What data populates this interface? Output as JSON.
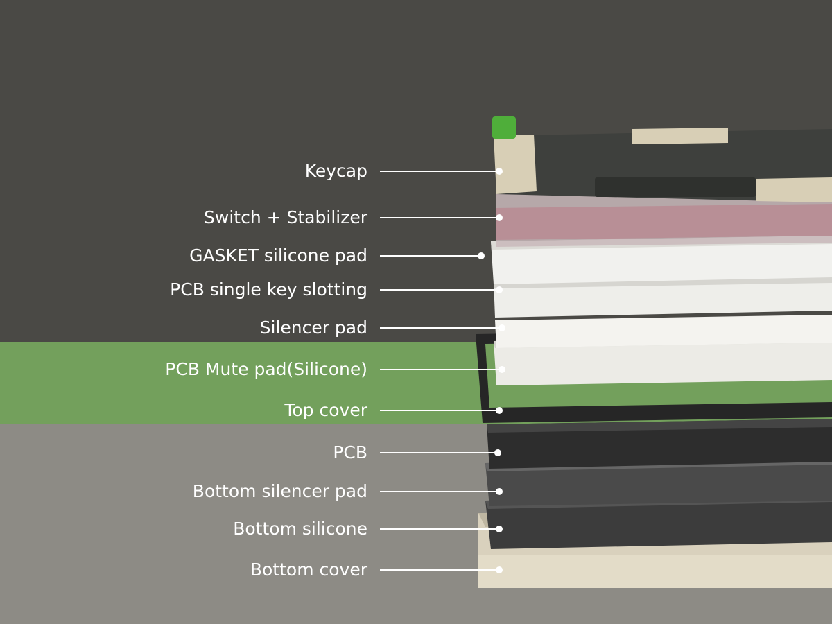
{
  "colors": {
    "background_dark": "#4a4945",
    "highlight_band": "#73a05c",
    "background_light": "#8d8b85",
    "label_text": "#ffffff",
    "leader_line": "#ffffff"
  },
  "layers": [
    {
      "id": "keycap",
      "label": "Keycap"
    },
    {
      "id": "switch",
      "label": "Switch + Stabilizer"
    },
    {
      "id": "gasket",
      "label": "GASKET silicone pad"
    },
    {
      "id": "pcb-slotting",
      "label": "PCB single key slotting"
    },
    {
      "id": "silencer",
      "label": "Silencer pad"
    },
    {
      "id": "pcb-mute",
      "label": "PCB Mute pad(Silicone)",
      "highlighted": true
    },
    {
      "id": "top-cover",
      "label": "Top cover"
    },
    {
      "id": "pcb",
      "label": "PCB"
    },
    {
      "id": "bottom-silencer",
      "label": "Bottom silencer pad"
    },
    {
      "id": "bottom-silicone",
      "label": "Bottom silicone"
    },
    {
      "id": "bottom-cover",
      "label": "Bottom cover"
    }
  ]
}
